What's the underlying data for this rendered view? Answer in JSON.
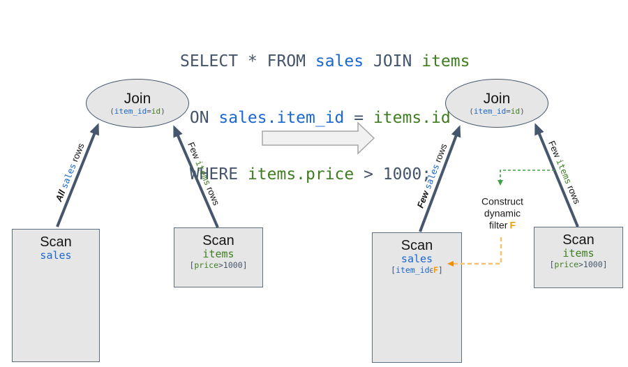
{
  "colors": {
    "kw": "#44546a",
    "blue": "#1967d2",
    "green": "#3f7d20",
    "orange": "#f59b00",
    "orange_light": "#fbc070",
    "orange_deep": "#ef8d05",
    "green_dash": "#3fa047",
    "arrow": "#46566c",
    "box_fill": "#e6e6e6",
    "box_border": "#5f6e7e",
    "block_fill": "#f1f1f1",
    "block_border": "#a6a6a6"
  },
  "sql": {
    "lines": [
      {
        "tokens": [
          {
            "t": "SELECT * FROM "
          },
          {
            "t": "sales"
          },
          {
            "t": " JOIN "
          },
          {
            "t": "items"
          }
        ]
      },
      {
        "tokens": [
          {
            "t": " ON "
          },
          {
            "t": "sales.item_id"
          },
          {
            "t": " = "
          },
          {
            "t": "items.id"
          }
        ]
      },
      {
        "tokens": [
          {
            "t": " WHERE "
          },
          {
            "t": "items.price"
          },
          {
            "t": " > 1000;"
          }
        ]
      }
    ]
  },
  "left": {
    "join": {
      "title": "Join",
      "cond": {
        "open": "(",
        "field": "item_id",
        "eq": "=",
        "value": "id",
        "close": ")"
      }
    },
    "sales_label": {
      "qty": "All",
      "table": "sales",
      "noun": " rows"
    },
    "items_label": {
      "qty": "Few",
      "table": "items",
      "noun": " rows"
    },
    "sales_scan": {
      "title": "Scan",
      "table": "sales"
    },
    "items_scan": {
      "title": "Scan",
      "table": "items",
      "filter": {
        "open": "[",
        "field": "price",
        "rest": ">1000]"
      }
    }
  },
  "right": {
    "join": {
      "title": "Join",
      "cond": {
        "open": "(",
        "field": "item_id",
        "eq": "=",
        "value": "id",
        "close": ")"
      }
    },
    "sales_label": {
      "qty": "Few",
      "table": "sales",
      "noun": " rows"
    },
    "items_label": {
      "qty": "Few",
      "table": "items",
      "noun": " rows"
    },
    "sales_scan": {
      "title": "Scan",
      "table": "sales",
      "filter": {
        "open": "[",
        "field": "item_id",
        "elem": "∈",
        "f": "F",
        "close": "]"
      }
    },
    "items_scan": {
      "title": "Scan",
      "table": "items",
      "filter": {
        "open": "[",
        "field": "price",
        "rest": ">1000]"
      }
    },
    "construct": {
      "l1": "Construct",
      "l2": "dynamic",
      "l3": "filter",
      "f": "F"
    }
  }
}
